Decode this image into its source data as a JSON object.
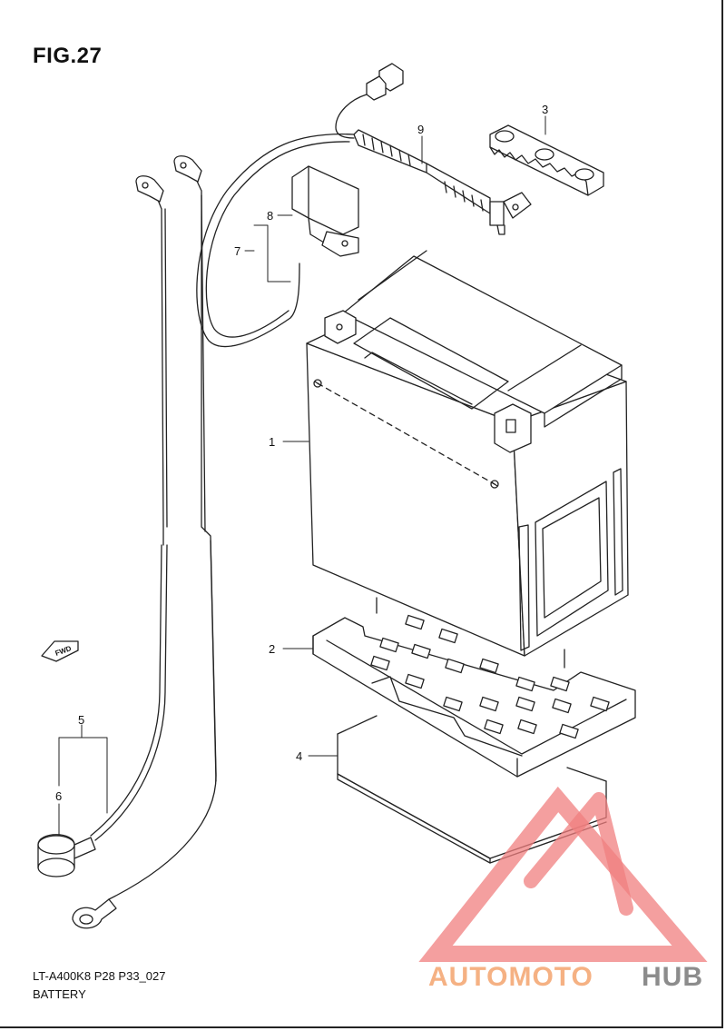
{
  "figure": {
    "title": "FIG.27"
  },
  "footer": {
    "model_code": "LT-A400K8 P28 P33_027",
    "section_name": "BATTERY"
  },
  "direction_marker": {
    "label": "FWD",
    "icon": "fwd-arrow-icon"
  },
  "parts": [
    {
      "number": "1"
    },
    {
      "number": "2"
    },
    {
      "number": "3"
    },
    {
      "number": "4"
    },
    {
      "number": "5"
    },
    {
      "number": "6"
    },
    {
      "number": "7"
    },
    {
      "number": "8"
    },
    {
      "number": "9"
    }
  ],
  "watermark": {
    "text_left": "AUTOMOTO",
    "text_right": "HUB",
    "color_left": "#f5b183",
    "color_right": "#8c8c8c",
    "triangle_color": "#f07f7f"
  }
}
